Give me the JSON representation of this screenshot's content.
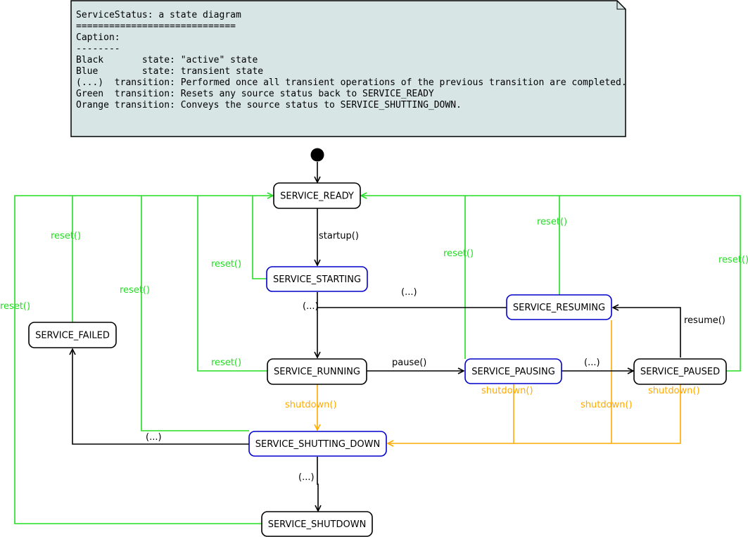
{
  "note": {
    "lines": [
      "ServiceStatus: a state diagram",
      "=============================",
      "Caption:",
      "--------",
      "Black       state: \"active\" state",
      "Blue        state: transient state",
      "(...)  transition: Performed once all transient operations of the previous transition are completed.",
      "Green  transition: Resets any source status back to SERVICE_READY",
      "Orange transition: Conveys the source status to SERVICE_SHUTTING_DOWN."
    ]
  },
  "colors": {
    "active": "#000000",
    "transient": "#0000cc",
    "reset": "#22dd22",
    "shutdown": "#ffaa00",
    "normal": "#000000",
    "note_fill": "#d7e5e5"
  },
  "states": {
    "ready": "SERVICE_READY",
    "starting": "SERVICE_STARTING",
    "running": "SERVICE_RUNNING",
    "pausing": "SERVICE_PAUSING",
    "paused": "SERVICE_PAUSED",
    "resuming": "SERVICE_RESUMING",
    "failed": "SERVICE_FAILED",
    "shutting_down": "SERVICE_SHUTTING_DOWN",
    "shutdown": "SERVICE_SHUTDOWN"
  },
  "labels": {
    "startup": "startup()",
    "pause": "pause()",
    "resume": "resume()",
    "shutdown": "shutdown()",
    "reset": "reset()",
    "completed": "(...)"
  }
}
